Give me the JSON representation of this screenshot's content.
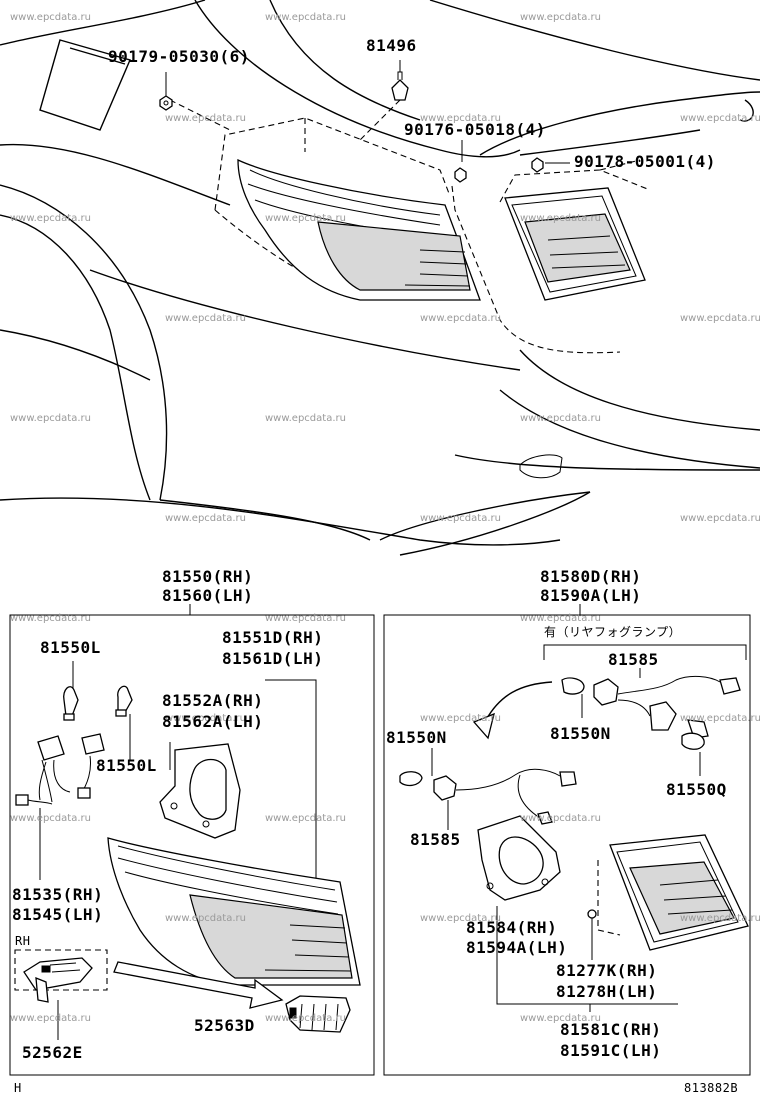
{
  "watermark": "www.epcdata.ru",
  "top": {
    "p90179": "90179-05030(6)",
    "p81496": "81496",
    "p90176": "90176-05018(4)",
    "p90178": "90178-05001(4)"
  },
  "left_assembly": {
    "rh": "81550(RH)",
    "lh": "81560(LH)",
    "bulb_a": "81550L",
    "bulb_b": "81550L",
    "lens_rh": "81551D(RH)",
    "lens_lh": "81561D(LH)",
    "gasket_rh": "81552A(RH)",
    "gasket_lh": "81562A(LH)",
    "socket_rh": "81535(RH)",
    "socket_lh": "81545(LH)",
    "rh_tag": "RH",
    "bracket_a": "52562E",
    "bracket_b": "52563D"
  },
  "right_assembly": {
    "rh": "81580D(RH)",
    "lh": "81590A(LH)",
    "option_note": "有（リヤフォグランプ）",
    "socket_top": "81585",
    "bulb_n_top": "81550N",
    "bulb_n_left": "81550N",
    "bulb_q": "81550Q",
    "socket_mid": "81585",
    "gasket_rh": "81584(RH)",
    "gasket_lh": "81594A(LH)",
    "screw_rh": "81277K(RH)",
    "screw_lh": "81278H(LH)",
    "lamp_rh": "81581C(RH)",
    "lamp_lh": "81591C(LH)"
  },
  "footer": {
    "code_left": "H",
    "code_right": "813882B"
  }
}
